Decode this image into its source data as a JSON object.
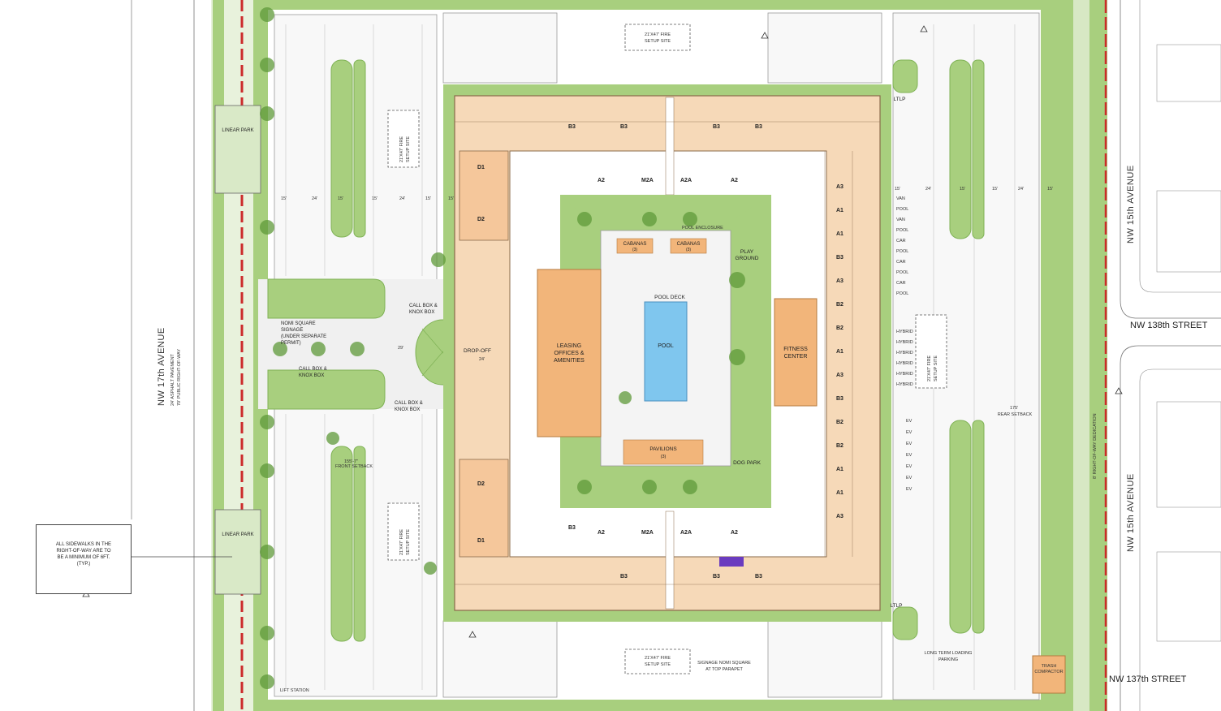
{
  "colors": {
    "landscape": "#a8cf7e",
    "landscape_dark": "#7fb255",
    "paving": "#ececec",
    "building": "#f6d9b8",
    "amenity": "#f2b57a",
    "pool": "#7fc6ee",
    "road_line": "#cc2b2b",
    "ev_block": "#6a3bbf"
  },
  "streets": {
    "west": "NW 17th AVENUE",
    "west_sub1": "24' ASPHALT PAVEMENT",
    "west_sub2": "70' PUBLIC RIGHT-OF-WAY",
    "east_upper": "NW 15th AVENUE",
    "east_lower": "NW 15th AVENUE",
    "north_east": "NW 138th STREET",
    "south_east": "NW 137th STREET",
    "east_row": "8' RIGHT-OF-WAY DEDICATION"
  },
  "amenities": {
    "leasing": [
      "LEASING",
      "OFFICES &",
      "AMENITIES"
    ],
    "fitness": [
      "FITNESS",
      "CENTER"
    ],
    "pool": "POOL",
    "pool_deck": "POOL DECK",
    "cabanas_left": "CABANAS",
    "cabanas_right": "CABANAS",
    "cabanas_count": "(3)",
    "pavilions": "PAVILIONS",
    "pavilions_count": "(3)",
    "playground": [
      "PLAY",
      "GROUND"
    ],
    "dog_park": "DOG PARK",
    "pool_enclosure": "POOL ENCLOSURE"
  },
  "site_labels": {
    "linear_park_top": "LINEAR PARK",
    "linear_park_bottom": "LINEAR PARK",
    "dropoff": "DROP-OFF",
    "nomi_signage": [
      "NOMI SQUARE",
      "SIGNAGE",
      "(UNDER SEPARATE",
      "PERMIT)"
    ],
    "call_box_1": [
      "CALL BOX &",
      "KNOX BOX"
    ],
    "call_box_2": [
      "CALL BOX &",
      "KNOX BOX"
    ],
    "call_box_3": [
      "CALL BOX &",
      "KNOX BOX"
    ],
    "fire_top": [
      "21'X47' FIRE",
      "SETUP SITE"
    ],
    "fire_left_top": [
      "21'X47' FIRE",
      "SETUP SITE"
    ],
    "fire_left_bottom": [
      "21'X47' FIRE",
      "SETUP SITE"
    ],
    "fire_right": [
      "21'X47' FIRE",
      "SETUP SITE"
    ],
    "fire_bottom": [
      "21'X47' FIRE",
      "SETUP SITE"
    ],
    "signage_bottom": [
      "SIGNAGE NOMI SQUARE",
      "AT TOP PARAPET"
    ],
    "long_term": [
      "LONG TERM LOADING",
      "PARKING"
    ],
    "trash": [
      "TRASH",
      "COMPACTOR"
    ],
    "ltlp_top": "LTLP",
    "ltlp_bottom": "LTLP",
    "front_setback": "FRONT SETBACK",
    "rear_setback": "REAR SETBACK",
    "lift_station": "LIFT STATION"
  },
  "unit_labels": {
    "north_left": [
      "B3",
      "A2",
      "B3",
      "M2A"
    ],
    "north_right": [
      "A2A",
      "B3",
      "A2",
      "B3"
    ],
    "south_left": [
      "B3",
      "A2",
      "B3",
      "M2A"
    ],
    "south_right": [
      "A2A",
      "B3",
      "A2",
      "B3"
    ],
    "west_top": [
      "D1",
      "D2"
    ],
    "west_bottom": [
      "D2",
      "D1"
    ],
    "east": [
      "A3",
      "A1",
      "A1",
      "B3",
      "A3",
      "B2",
      "B2",
      "A1",
      "A3",
      "B3",
      "B2",
      "B2",
      "A1",
      "A1",
      "A3"
    ]
  },
  "parking_tags": {
    "van_pool": [
      "VAN",
      "POOL",
      "VAN",
      "POOL",
      "CAR",
      "POOL",
      "CAR",
      "POOL",
      "CAR",
      "POOL"
    ],
    "hybrid": [
      "HYBRID",
      "HYBRID",
      "HYBRID",
      "HYBRID",
      "HYBRID",
      "HYBRID"
    ],
    "ev": [
      "EV",
      "EV",
      "EV",
      "EV",
      "EV",
      "EV",
      "EV"
    ]
  },
  "dimensions": {
    "drive_top": [
      "15'",
      "24'",
      "15'",
      "15'",
      "24'",
      "15'",
      "15'"
    ],
    "drive_right": [
      "15'",
      "24'",
      "15'",
      "15'",
      "24'",
      "15'"
    ],
    "row_155": "155'-7\"",
    "row_175": "175'",
    "entry_29": "29'",
    "entry_24": "24'"
  },
  "callout_note": [
    "ALL SIDEWALKS IN THE",
    "RIGHT-OF-WAY ARE TO",
    "BE A MINIMUM OF 6FT.",
    "(TYP.)"
  ]
}
